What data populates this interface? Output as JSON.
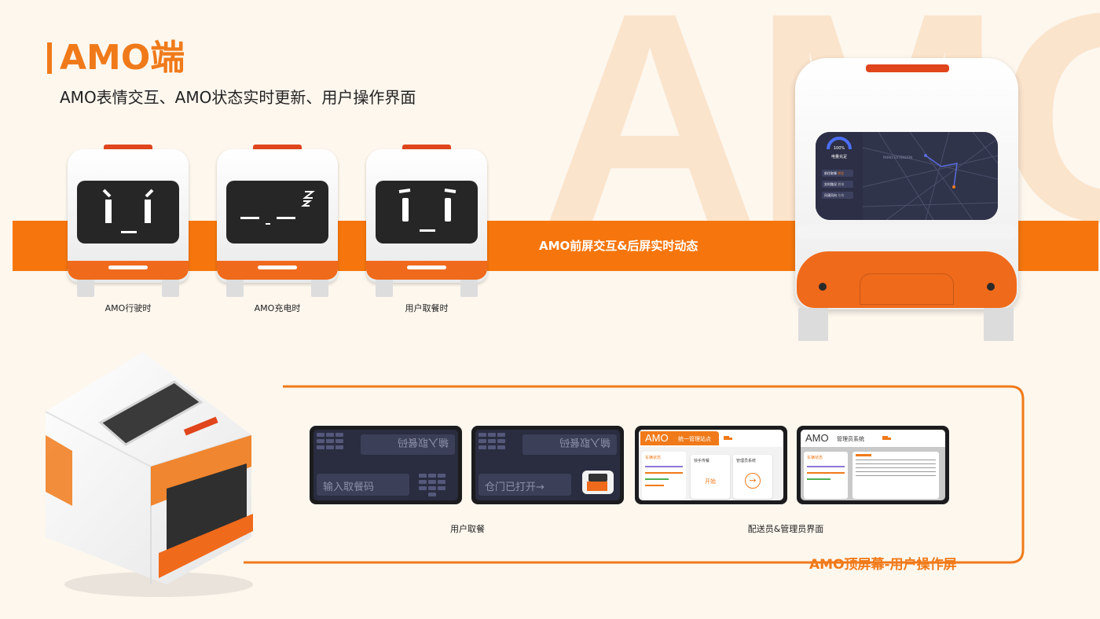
{
  "watermark": "AMO",
  "header": {
    "title": "AMO端",
    "subtitle": "AMO表情交互、AMO状态实时更新、用户操作界面"
  },
  "band": {
    "label": "AMO前屏交互&后屏实时动态"
  },
  "robots": [
    {
      "caption": "AMO行驶时",
      "face": "angry"
    },
    {
      "caption": "AMO充电时",
      "face": "sleepy"
    },
    {
      "caption": "用户取餐时",
      "face": "neutral"
    }
  ],
  "rear_screen": {
    "battery_percent": "100%",
    "battery_label": "电量充足",
    "map_small_text": "PARKS EXTENSION",
    "status_items": [
      {
        "label": "前往取餐",
        "tag": "前往"
      },
      {
        "label": "实时路况",
        "tag": "拥堵"
      },
      {
        "label": "风速风向",
        "tag": "东南"
      }
    ]
  },
  "top_screens": {
    "user_pickup": {
      "screen1": {
        "input_placeholder": "输入取餐码",
        "mirrored_text": "输入取餐码"
      },
      "screen2": {
        "status_text": "仓门已打开→",
        "mirrored_text": "输入取餐码"
      },
      "caption": "用户取餐"
    },
    "staff": {
      "screen3": {
        "logo": "AMO",
        "tab": "统一管理站点",
        "panel_title": "车辆状态",
        "card1_title": "快手传餐",
        "card1_action": "开始",
        "card2_title": "管理员系统"
      },
      "screen4": {
        "logo": "AMO",
        "tab": "管理员系统",
        "panel_title": "车辆状态"
      },
      "caption": "配送员&管理员界面"
    },
    "section_caption": "AMO顶屏幕-用户操作屏"
  },
  "colors": {
    "accent": "#f6760d",
    "background": "#fdf7ee",
    "watermark": "#fbe4cc"
  }
}
